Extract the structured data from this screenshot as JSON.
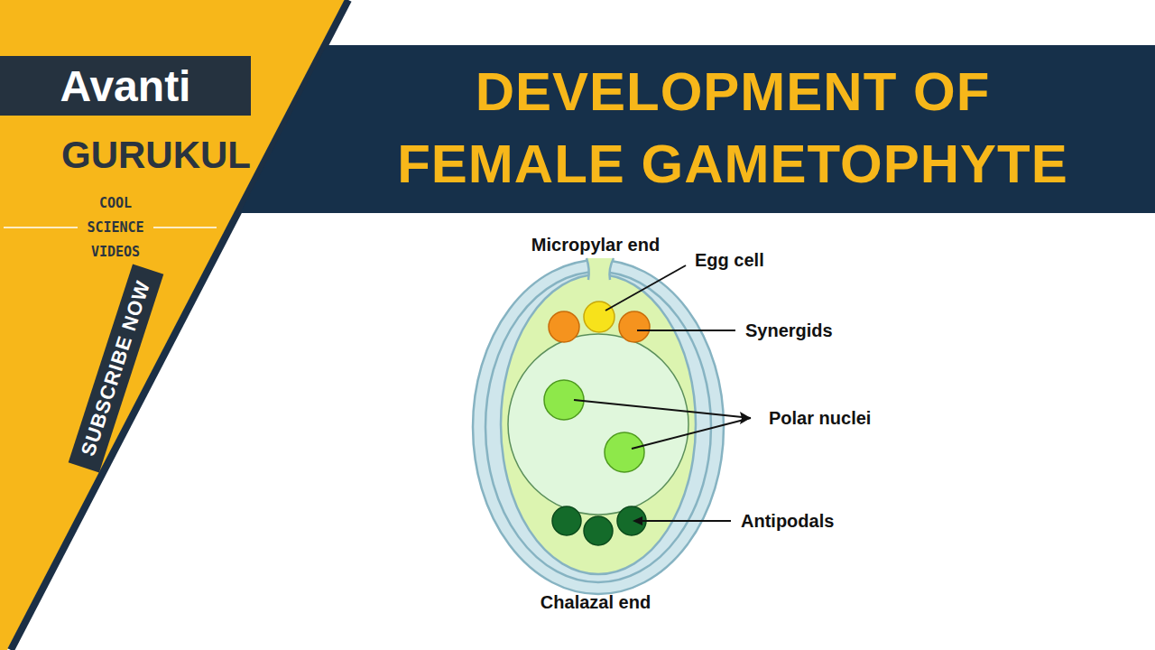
{
  "diagram": {
    "title": "DEVELOPMENT OF FEMALE GAMETOPHYTE",
    "nodes": [
      {
        "text": [
          "Avanti"
        ]
      },
      {
        "text": [
          "SUBSCRIBE NOW"
        ]
      }
    ],
    "labels": [
      "GURUKUL",
      "COOL",
      "SCIENCE",
      "VIDEOS",
      "Micropylar end",
      "Egg cell",
      "Synergids",
      "Polar nuclei",
      "Antipodals",
      "Chalazal end"
    ]
  }
}
